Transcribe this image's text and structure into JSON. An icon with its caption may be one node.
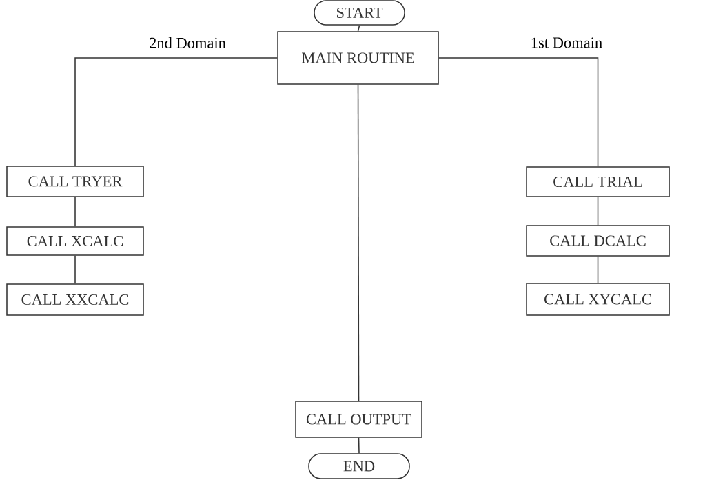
{
  "diagram": {
    "nodes": [
      {
        "text": [
          "START"
        ]
      },
      {
        "text": [
          "MAIN ROUTINE"
        ]
      },
      {
        "text": [
          "CALL TRYER"
        ]
      },
      {
        "text": [
          "CALL XCALC"
        ]
      },
      {
        "text": [
          "CALL XXCALC"
        ]
      },
      {
        "text": [
          "CALL TRIAL"
        ]
      },
      {
        "text": [
          "CALL DCALC"
        ]
      },
      {
        "text": [
          "CALL XYCALC"
        ]
      },
      {
        "text": [
          "CALL OUTPUT"
        ]
      },
      {
        "text": [
          "END"
        ]
      }
    ],
    "edges": [
      {
        "from": 0,
        "to": 1,
        "arrow": "none"
      },
      {
        "from": 1,
        "to": 2,
        "arrow": "none",
        "label": "2nd Domain"
      },
      {
        "from": 2,
        "to": 3,
        "arrow": "none"
      },
      {
        "from": 3,
        "to": 4,
        "arrow": "none"
      },
      {
        "from": 1,
        "to": 5,
        "arrow": "none",
        "label": "1st Domain"
      },
      {
        "from": 5,
        "to": 6,
        "arrow": "none"
      },
      {
        "from": 6,
        "to": 7,
        "arrow": "none"
      },
      {
        "from": 1,
        "to": 8,
        "arrow": "none"
      },
      {
        "from": 8,
        "to": 9,
        "arrow": "none"
      }
    ]
  }
}
